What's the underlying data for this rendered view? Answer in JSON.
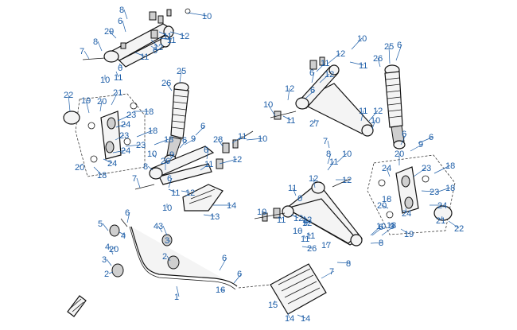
{
  "diagram": {
    "accent_color": "#1f5fa8",
    "line_color": "#1a1a1a",
    "callouts": [
      {
        "id": "c1",
        "label": "10"
      },
      {
        "id": "c2",
        "label": "6"
      },
      {
        "id": "c3",
        "label": "8"
      },
      {
        "id": "c4",
        "label": "29"
      },
      {
        "id": "c5",
        "label": "11"
      },
      {
        "id": "c6",
        "label": "12"
      },
      {
        "id": "c7",
        "label": "7"
      },
      {
        "id": "c8",
        "label": "8"
      },
      {
        "id": "c9",
        "label": "11"
      },
      {
        "id": "c10",
        "label": "6"
      },
      {
        "id": "c11",
        "label": "11"
      },
      {
        "id": "c12",
        "label": "12"
      },
      {
        "id": "c13",
        "label": "10"
      },
      {
        "id": "c14",
        "label": "11"
      },
      {
        "id": "c15",
        "label": "6"
      },
      {
        "id": "c16",
        "label": "26"
      },
      {
        "id": "c17",
        "label": "25"
      },
      {
        "id": "c18",
        "label": "22"
      },
      {
        "id": "c19",
        "label": "21"
      },
      {
        "id": "c20",
        "label": "20"
      },
      {
        "id": "c21",
        "label": "19"
      },
      {
        "id": "c22",
        "label": "23"
      },
      {
        "id": "c23",
        "label": "18"
      },
      {
        "id": "c24",
        "label": "24"
      },
      {
        "id": "c25",
        "label": "23"
      },
      {
        "id": "c26",
        "label": "18"
      },
      {
        "id": "c27",
        "label": "23"
      },
      {
        "id": "c28",
        "label": "18"
      },
      {
        "id": "c29",
        "label": "24"
      },
      {
        "id": "c30",
        "label": "24"
      },
      {
        "id": "c31",
        "label": "20"
      },
      {
        "id": "c32",
        "label": "18"
      },
      {
        "id": "c33",
        "label": "6"
      },
      {
        "id": "c34",
        "label": "9"
      },
      {
        "id": "c35",
        "label": "6"
      },
      {
        "id": "c36",
        "label": "10"
      },
      {
        "id": "c37",
        "label": "9"
      },
      {
        "id": "c38",
        "label": "28"
      },
      {
        "id": "c39",
        "label": "11"
      },
      {
        "id": "c40",
        "label": "10"
      },
      {
        "id": "c41",
        "label": "8"
      },
      {
        "id": "c42",
        "label": "26"
      },
      {
        "id": "c43",
        "label": "6"
      },
      {
        "id": "c44",
        "label": "11"
      },
      {
        "id": "c45",
        "label": "12"
      },
      {
        "id": "c46",
        "label": "7"
      },
      {
        "id": "c47",
        "label": "6"
      },
      {
        "id": "c48",
        "label": "11"
      },
      {
        "id": "c49",
        "label": "12"
      },
      {
        "id": "c50",
        "label": "14"
      },
      {
        "id": "c51",
        "label": "10"
      },
      {
        "id": "c52",
        "label": "13"
      },
      {
        "id": "c53",
        "label": "6"
      },
      {
        "id": "c54",
        "label": "5"
      },
      {
        "id": "c55",
        "label": "4"
      },
      {
        "id": "c56",
        "label": "20"
      },
      {
        "id": "c57",
        "label": "4"
      },
      {
        "id": "c58",
        "label": "3"
      },
      {
        "id": "c59",
        "label": "2"
      },
      {
        "id": "c60",
        "label": "3"
      },
      {
        "id": "c61",
        "label": "4"
      },
      {
        "id": "c62",
        "label": "3"
      },
      {
        "id": "c63",
        "label": "2"
      },
      {
        "id": "c64",
        "label": "6"
      },
      {
        "id": "c65",
        "label": "6"
      },
      {
        "id": "c66",
        "label": "16"
      },
      {
        "id": "c67",
        "label": "1"
      },
      {
        "id": "c68",
        "label": "10"
      },
      {
        "id": "c69",
        "label": "12"
      },
      {
        "id": "c70",
        "label": "11"
      },
      {
        "id": "c71",
        "label": "25"
      },
      {
        "id": "c72",
        "label": "6"
      },
      {
        "id": "c73",
        "label": "26"
      },
      {
        "id": "c74",
        "label": "11"
      },
      {
        "id": "c75",
        "label": "6"
      },
      {
        "id": "c76",
        "label": "12"
      },
      {
        "id": "c77",
        "label": "10"
      },
      {
        "id": "c78",
        "label": "11"
      },
      {
        "id": "c79",
        "label": "12"
      },
      {
        "id": "c80",
        "label": "6"
      },
      {
        "id": "c81",
        "label": "27"
      },
      {
        "id": "c82",
        "label": "12"
      },
      {
        "id": "c83",
        "label": "11"
      },
      {
        "id": "c84",
        "label": "10"
      },
      {
        "id": "c85",
        "label": "6"
      },
      {
        "id": "c86",
        "label": "9"
      },
      {
        "id": "c87",
        "label": "7"
      },
      {
        "id": "c88",
        "label": "10"
      },
      {
        "id": "c89",
        "label": "8"
      },
      {
        "id": "c90",
        "label": "11"
      },
      {
        "id": "c91",
        "label": "12"
      },
      {
        "id": "c92",
        "label": "20"
      },
      {
        "id": "c93",
        "label": "6"
      },
      {
        "id": "c94",
        "label": "23"
      },
      {
        "id": "c95",
        "label": "18"
      },
      {
        "id": "c96",
        "label": "24"
      },
      {
        "id": "c97",
        "label": "23"
      },
      {
        "id": "c98",
        "label": "18"
      },
      {
        "id": "c99",
        "label": "24"
      },
      {
        "id": "c100",
        "label": "18"
      },
      {
        "id": "c101",
        "label": "20"
      },
      {
        "id": "c102",
        "label": "19"
      },
      {
        "id": "c103",
        "label": "21"
      },
      {
        "id": "c104",
        "label": "22"
      },
      {
        "id": "c105",
        "label": "24"
      },
      {
        "id": "c106",
        "label": "18"
      },
      {
        "id": "c107",
        "label": "11"
      },
      {
        "id": "c108",
        "label": "6"
      },
      {
        "id": "c109",
        "label": "12"
      },
      {
        "id": "c110",
        "label": "10"
      },
      {
        "id": "c111",
        "label": "11"
      },
      {
        "id": "c112",
        "label": "12"
      },
      {
        "id": "c113",
        "label": "9"
      },
      {
        "id": "c114",
        "label": "10"
      },
      {
        "id": "c115",
        "label": "11"
      },
      {
        "id": "c116",
        "label": "26"
      },
      {
        "id": "c117",
        "label": "12"
      },
      {
        "id": "c118",
        "label": "17"
      },
      {
        "id": "c119",
        "label": "8"
      },
      {
        "id": "c120",
        "label": "6"
      },
      {
        "id": "c121",
        "label": "8"
      },
      {
        "id": "c122",
        "label": "7"
      },
      {
        "id": "c123",
        "label": "15"
      },
      {
        "id": "c124",
        "label": "14"
      },
      {
        "id": "c125",
        "label": "14"
      },
      {
        "id": "c126",
        "label": "9"
      },
      {
        "id": "c127",
        "label": "10"
      },
      {
        "id": "c128",
        "label": "12"
      },
      {
        "id": "c129",
        "label": "11"
      }
    ]
  }
}
